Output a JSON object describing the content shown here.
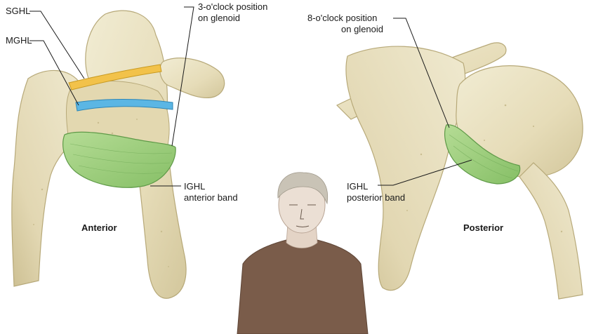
{
  "labels": {
    "sghl": "SGHL",
    "mghl": "MGHL",
    "three_oclock_l1": "3-o'clock position",
    "three_oclock_l2": "on glenoid",
    "ighl_anterior_l1": "IGHL",
    "ighl_anterior_l2": "anterior band",
    "anterior_view": "Anterior",
    "eight_oclock_l1": "8-o'clock position",
    "eight_oclock_l2": "on glenoid",
    "ighl_posterior_l1": "IGHL",
    "ighl_posterior_l2": "posterior band",
    "posterior_view": "Posterior"
  },
  "colors": {
    "bone": "#eae3c4",
    "bone_shadow": "#cfc49a",
    "bone_outline": "#b7a979",
    "sghl": "#f2c24a",
    "mghl": "#5bb6e4",
    "ighl": "#9fcf7f",
    "ighl_outline": "#5f9a48",
    "shirt": "#7a5c4a",
    "skin": "#e9dcd0",
    "hair": "#c9c3b6",
    "leader_line": "#1a1a1a"
  }
}
